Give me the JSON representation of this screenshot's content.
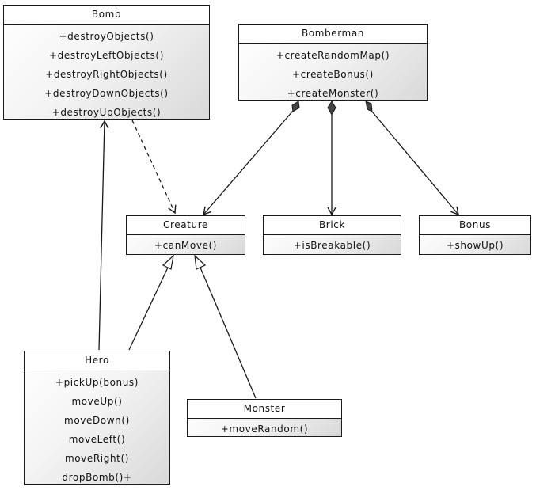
{
  "classes": {
    "bomb": {
      "name": "Bomb",
      "operations": [
        "+destroyObjects()",
        "+destroyLeftObjects()",
        "+destroyRightObjects()",
        "+destroyDownObjects()",
        "+destroyUpObjects()"
      ]
    },
    "bomberman": {
      "name": "Bomberman",
      "operations": [
        "+createRandomMap()",
        "+createBonus()",
        "+createMonster()"
      ]
    },
    "creature": {
      "name": "Creature",
      "operations": [
        "+canMove()"
      ]
    },
    "brick": {
      "name": "Brick",
      "operations": [
        "+isBreakable()"
      ]
    },
    "bonus": {
      "name": "Bonus",
      "operations": [
        "+showUp()"
      ]
    },
    "hero": {
      "name": "Hero",
      "operations": [
        "+pickUp(bonus)",
        "moveUp()",
        "moveDown()",
        "moveLeft()",
        "moveRight()",
        "dropBomb()+"
      ]
    },
    "monster": {
      "name": "Monster",
      "operations": [
        "+moveRandom()"
      ]
    }
  },
  "relations": [
    {
      "type": "composition",
      "from": "Bomberman",
      "to": "Creature"
    },
    {
      "type": "composition",
      "from": "Bomberman",
      "to": "Brick"
    },
    {
      "type": "composition",
      "from": "Bomberman",
      "to": "Bonus"
    },
    {
      "type": "dependency",
      "from": "Bomb",
      "to": "Creature"
    },
    {
      "type": "association",
      "from": "Hero",
      "to": "Bomb"
    },
    {
      "type": "generalization",
      "from": "Hero",
      "to": "Creature"
    },
    {
      "type": "generalization",
      "from": "Monster",
      "to": "Creature"
    }
  ],
  "colors": {
    "line": "#1a1a1a",
    "diamond": "#444444",
    "box_gradient_end": "#d9d9d9"
  }
}
